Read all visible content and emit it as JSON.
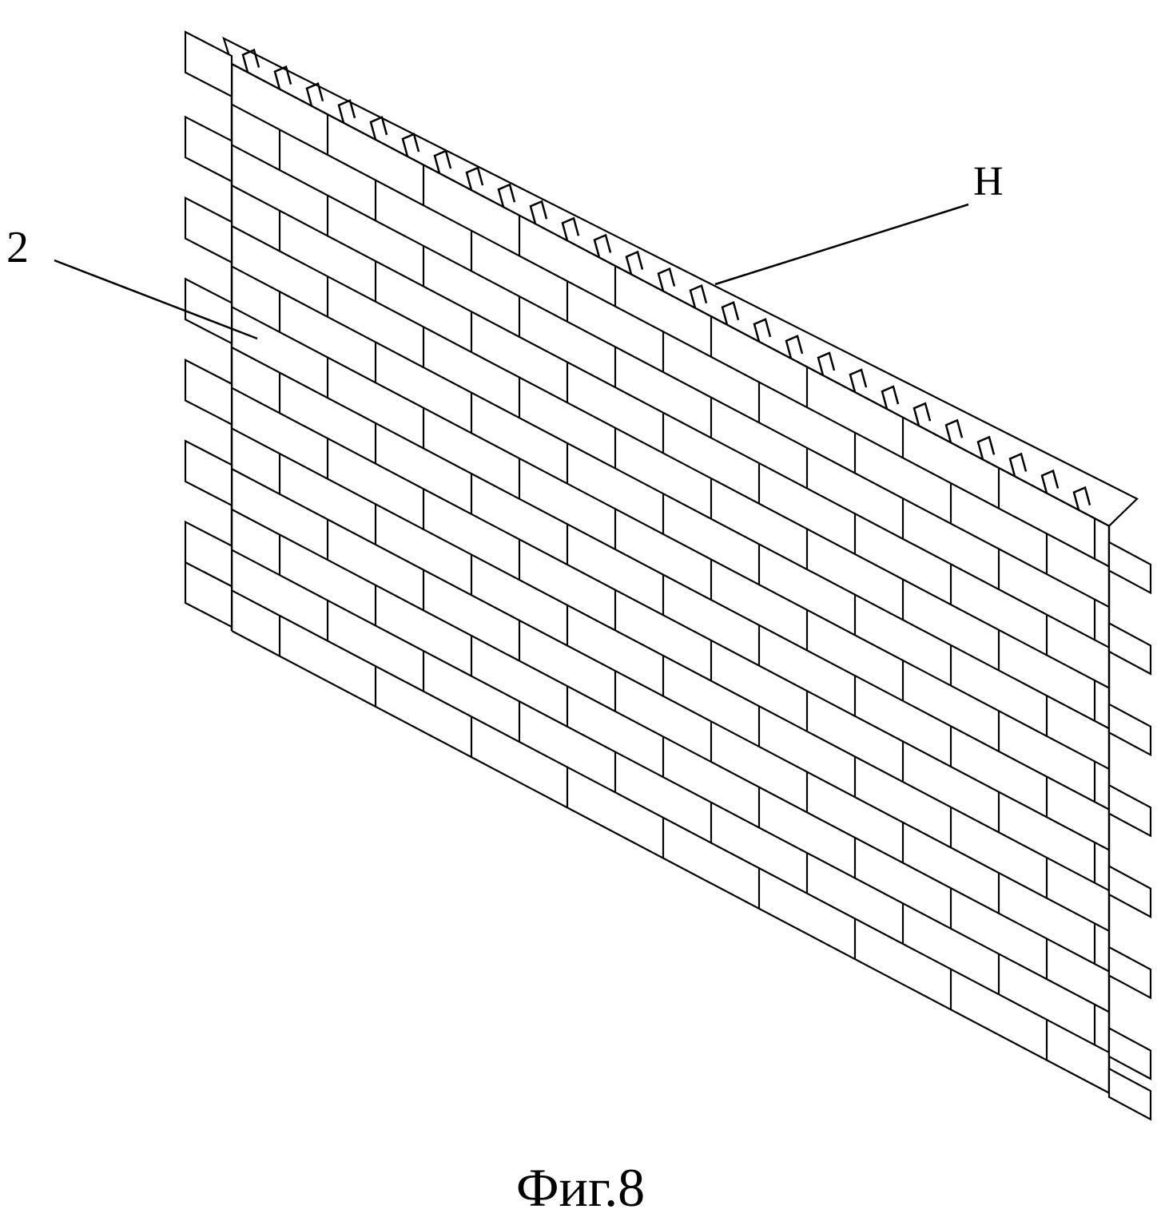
{
  "figure": {
    "caption": "Фиг.8",
    "labels": {
      "top_edge": "H",
      "wall_part": "2"
    },
    "description_elements": {
      "courses": 14,
      "tabs_per_side": 8
    },
    "colors": {
      "line": "#000000",
      "background": "#ffffff"
    }
  }
}
